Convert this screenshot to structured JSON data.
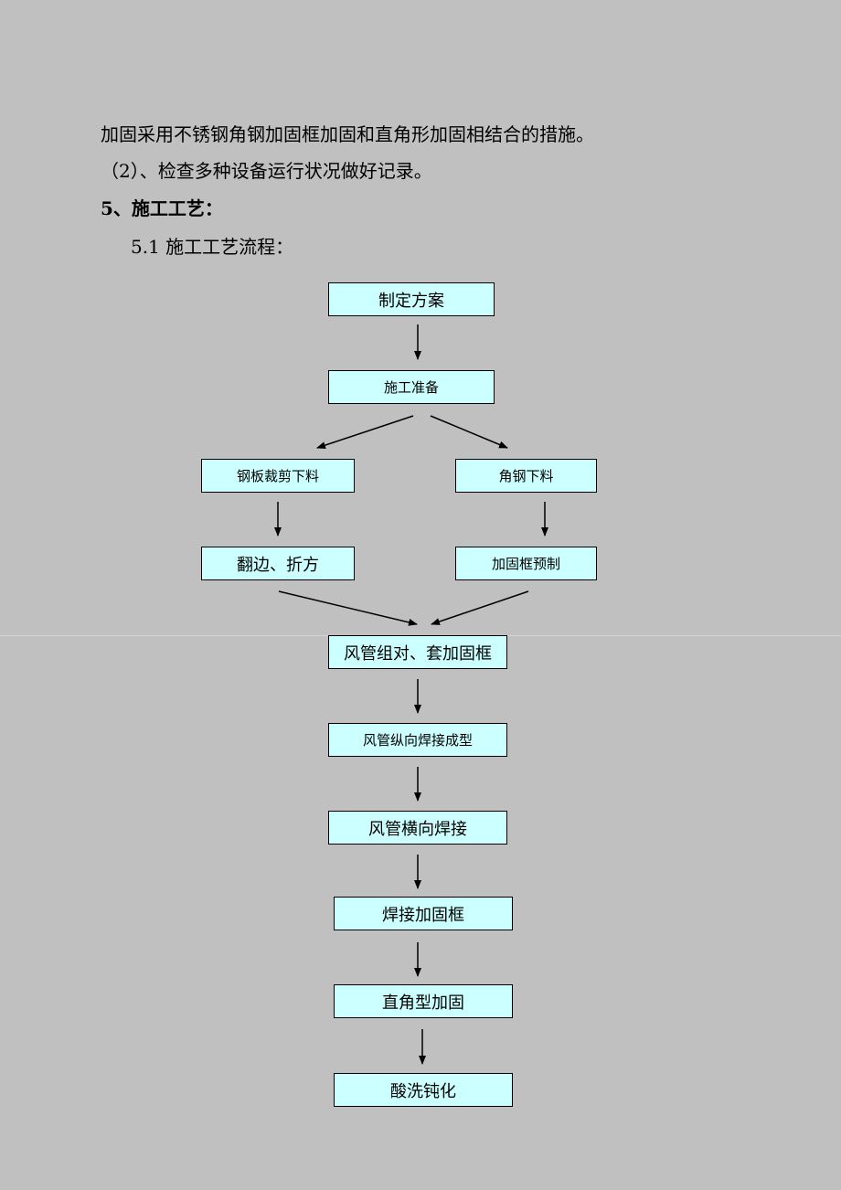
{
  "document": {
    "line1": "加固采用不锈钢角钢加固框加固和直角形加固相结合的措施。",
    "line2": "（2）、检查多种设备运行状况做好记录。",
    "heading": "5、施工工艺：",
    "subheading": "5.1 施工工艺流程："
  },
  "flowchart": {
    "steps": [
      "制定方案",
      "施工准备",
      "钢板裁剪下料",
      "角钢下料",
      "翻边、折方",
      "加固框预制",
      "风管组对、套加固框",
      "风管纵向焊接成型",
      "风管横向焊接",
      "焊接加固框",
      "直角型加固",
      "酸洗钝化"
    ],
    "box_fill": "#ccffff",
    "connections": [
      [
        "制定方案",
        "施工准备"
      ],
      [
        "施工准备",
        "钢板裁剪下料"
      ],
      [
        "施工准备",
        "角钢下料"
      ],
      [
        "钢板裁剪下料",
        "翻边、折方"
      ],
      [
        "角钢下料",
        "加固框预制"
      ],
      [
        "翻边、折方",
        "风管组对、套加固框"
      ],
      [
        "加固框预制",
        "风管组对、套加固框"
      ],
      [
        "风管组对、套加固框",
        "风管纵向焊接成型"
      ],
      [
        "风管纵向焊接成型",
        "风管横向焊接"
      ],
      [
        "风管横向焊接",
        "焊接加固框"
      ],
      [
        "焊接加固框",
        "直角型加固"
      ],
      [
        "直角型加固",
        "酸洗钝化"
      ]
    ]
  }
}
